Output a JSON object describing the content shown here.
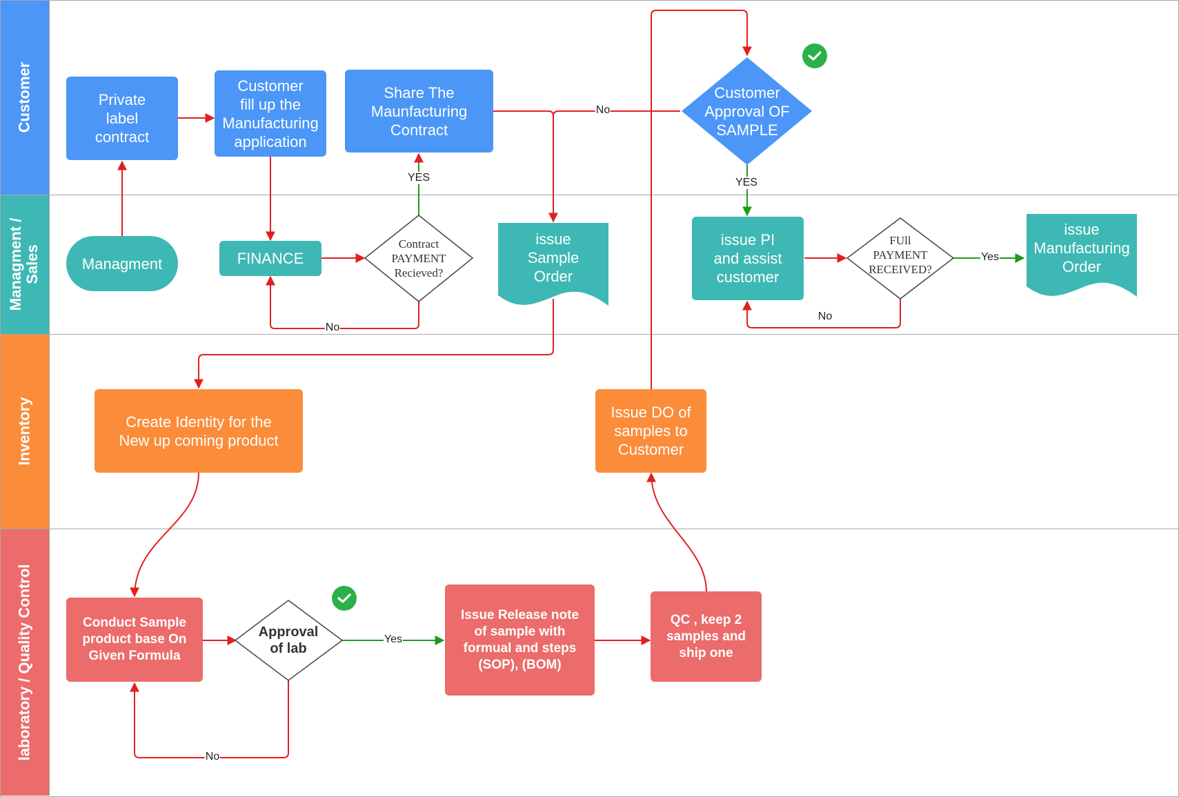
{
  "lanes": {
    "customer": "Customer",
    "management": "Managment /\nSales",
    "inventory": "Inventory",
    "laboratory": "laboratory / Quality Control"
  },
  "nodes": {
    "private_label": "Private\nlabel\ncontract",
    "customer_application": "Customer\nfill up the\nManufacturing\napplication",
    "share_contract": "Share The\nMaunfacturing\nContract",
    "customer_approval": "Customer\nApproval  OF\nSAMPLE",
    "managment": "Managment",
    "finance": "FINANCE",
    "contract_payment": "Contract\nPAYMENT\nRecieved?",
    "issue_sample_order": "issue\nSample\nOrder",
    "issue_pi": "issue PI\nand assist\ncustomer",
    "full_payment": "FUll\nPAYMENT\nRECEIVED?",
    "issue_manufacturing_order": "issue\nManufacturing\nOrder",
    "create_identity": "Create Identity for the\nNew up coming product",
    "issue_do": "Issue DO of\nsamples  to\nCustomer",
    "conduct_sample": "Conduct Sample\nproduct  base On\nGiven Formula",
    "approval_lab": "Approval\nof lab",
    "issue_release_note": "Issue Release note\nof sample with\nformual and steps\n(SOP), (BOM)",
    "qc_keep": "QC ,  keep  2\nsamples and\nship one"
  },
  "edge_labels": {
    "no_share_to_sample": "No",
    "yes_payment_to_share": "YES",
    "no_payment_to_finance": "No",
    "yes_approval_to_pi": "YES",
    "yes_full_payment": "Yes",
    "no_full_payment": "No",
    "yes_lab_approval": "Yes",
    "no_lab_approval": "No"
  },
  "colors": {
    "customer": "#4b96f7",
    "management": "#3eb8b4",
    "inventory": "#fb8c3a",
    "laboratory": "#ec6b6b",
    "arrow_red": "#e0201f",
    "arrow_green": "#1f9a1f",
    "check_green": "#2bb04a"
  },
  "icons": {
    "approval_check": "check-circle-icon"
  }
}
